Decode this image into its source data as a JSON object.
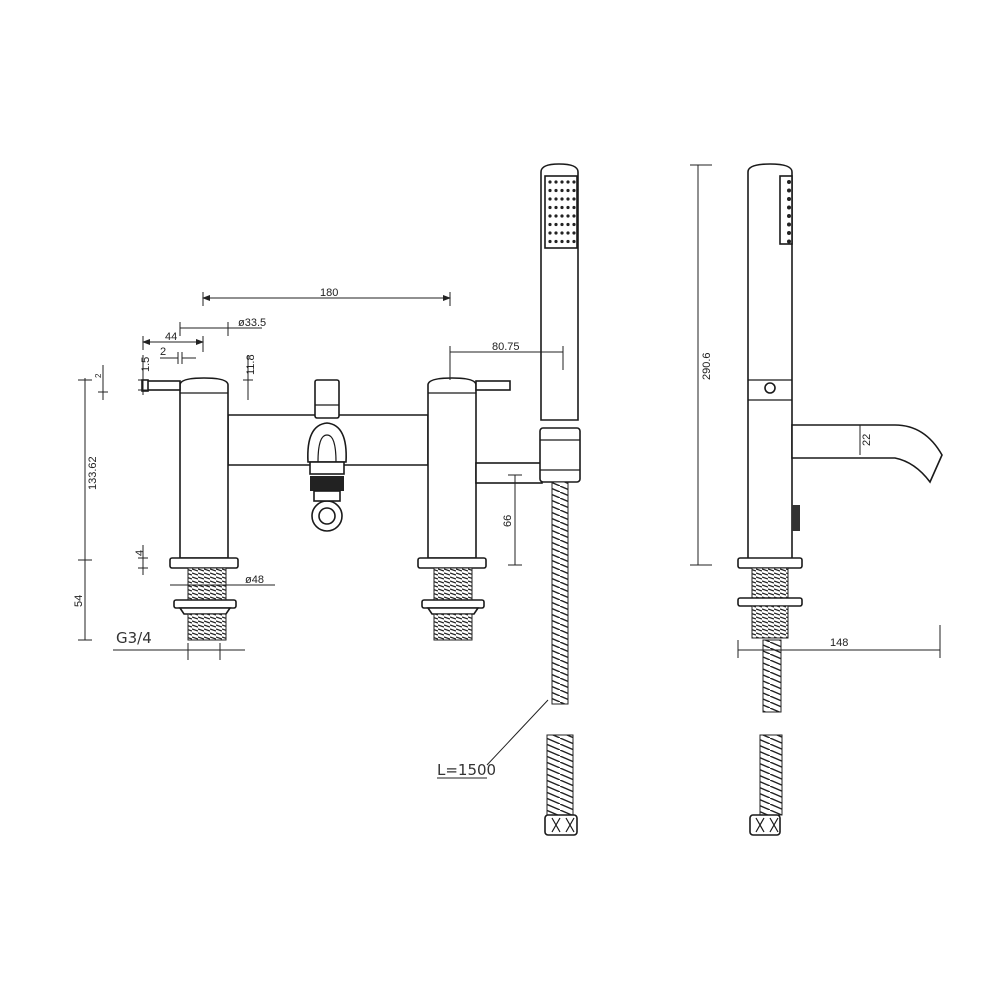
{
  "dimensions": {
    "width_overall": "180",
    "lever_diameter": "ø33.5",
    "lever_offset": "44",
    "lever_gap": "2",
    "lever_thickness": "1.5",
    "lever_small": "2",
    "cap_height": "11.8",
    "handset_offset": "80.75",
    "body_height": "133.62",
    "spout_height": "66",
    "flange_thickness": "4",
    "base_diameter": "ø48",
    "thread_length": "54",
    "thread_size": "G3/4",
    "hose_length": "L=1500",
    "handset_height": "290.6",
    "spout_diameter": "22",
    "projection": "148"
  }
}
